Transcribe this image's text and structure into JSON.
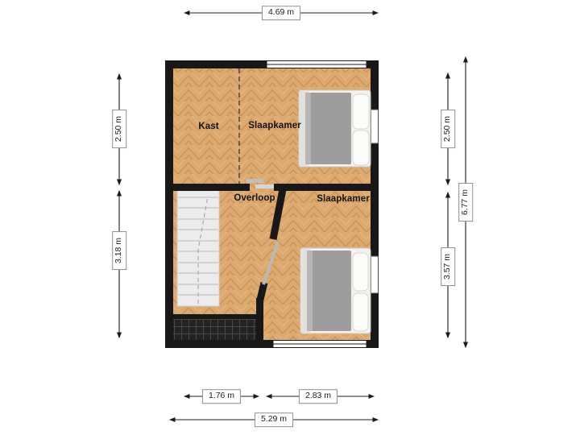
{
  "floorplan": {
    "rooms": {
      "closet": {
        "label": "Kast"
      },
      "bedroom_top": {
        "label": "Slaapkamer"
      },
      "landing": {
        "label": "Overloop"
      },
      "bedroom_bottom": {
        "label": "Slaapkamer"
      }
    },
    "dimensions": {
      "top_width": "4.69 m",
      "left_upper": "2.50 m",
      "left_lower": "3.18 m",
      "right_upper": "2.50 m",
      "right_lower": "3.57 m",
      "right_total": "6.77 m",
      "bottom_left": "1.76 m",
      "bottom_right": "2.83 m",
      "bottom_total": "5.29 m"
    },
    "colors": {
      "wall": "#181818",
      "floor": "#dcaa70",
      "floor_grain": "#ca9252",
      "stairs": "#ececec",
      "bed_duvet": "#9d9d9d",
      "bed_linen": "#fbfbf9",
      "dimension_line": "#1c1c1c",
      "background": "#ffffff"
    }
  }
}
